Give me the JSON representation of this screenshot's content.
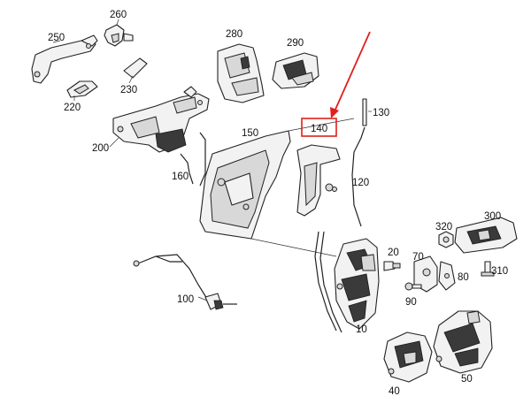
{
  "diagram": {
    "highlight": {
      "label": "140",
      "color": "#e0201b"
    },
    "callouts": [
      {
        "id": "250",
        "text": "250"
      },
      {
        "id": "260",
        "text": "260"
      },
      {
        "id": "230",
        "text": "230"
      },
      {
        "id": "220",
        "text": "220"
      },
      {
        "id": "280",
        "text": "280"
      },
      {
        "id": "290",
        "text": "290"
      },
      {
        "id": "200",
        "text": "200"
      },
      {
        "id": "150",
        "text": "150"
      },
      {
        "id": "140",
        "text": "140"
      },
      {
        "id": "130",
        "text": "130"
      },
      {
        "id": "160",
        "text": "160"
      },
      {
        "id": "120",
        "text": "120"
      },
      {
        "id": "320",
        "text": "320"
      },
      {
        "id": "300",
        "text": "300"
      },
      {
        "id": "20",
        "text": "20"
      },
      {
        "id": "70",
        "text": "70"
      },
      {
        "id": "310",
        "text": "310"
      },
      {
        "id": "80",
        "text": "80"
      },
      {
        "id": "100",
        "text": "100"
      },
      {
        "id": "90",
        "text": "90"
      },
      {
        "id": "10",
        "text": "10"
      },
      {
        "id": "40",
        "text": "40"
      },
      {
        "id": "50",
        "text": "50"
      }
    ]
  }
}
